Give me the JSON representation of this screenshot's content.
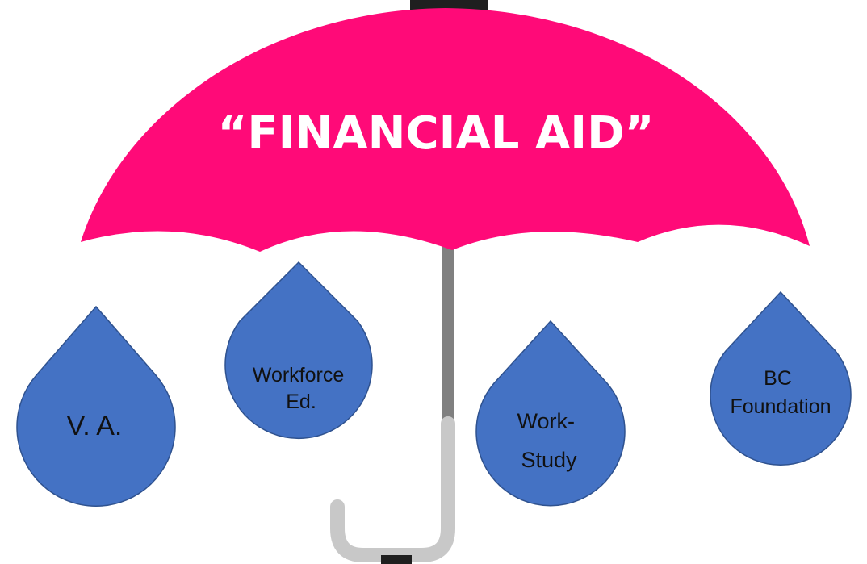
{
  "title": "“FINANCIAL AID”",
  "colors": {
    "canopy": "#ff0a78",
    "drop_fill": "#4472c4",
    "drop_stroke": "#2f528f",
    "shaft": "#808080",
    "handle": "#c8c8c8",
    "tip": "#1f1f1f"
  },
  "drops": [
    {
      "id": "va",
      "lines": [
        "V. A."
      ]
    },
    {
      "id": "workforce",
      "lines": [
        "Workforce",
        "Ed."
      ]
    },
    {
      "id": "workstudy",
      "lines": [
        "Work-",
        "Study"
      ]
    },
    {
      "id": "foundation",
      "lines": [
        "BC",
        "Foundation"
      ]
    }
  ]
}
